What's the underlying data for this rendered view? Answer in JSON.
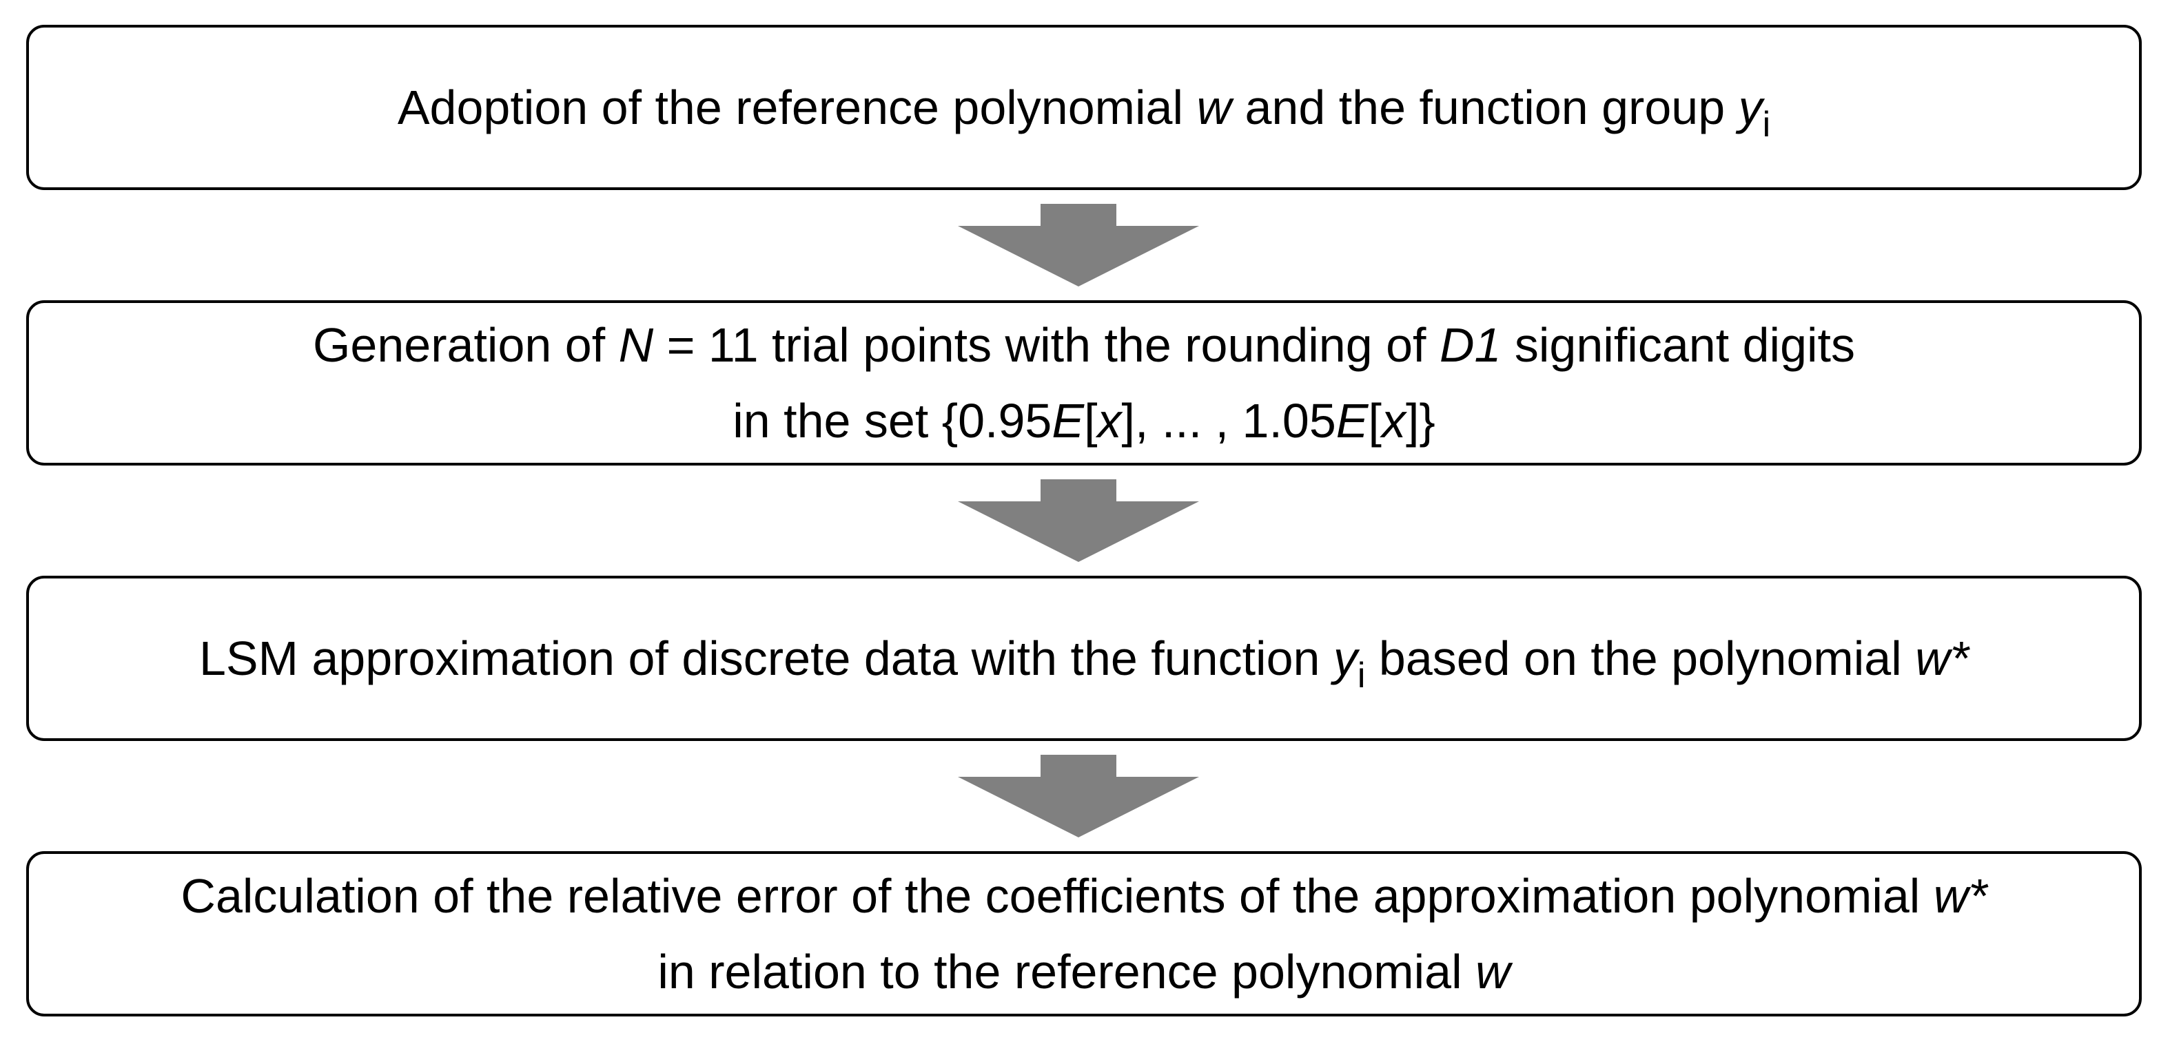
{
  "steps": [
    {
      "lines": [
        [
          {
            "t": "Adoption of the reference polynomial "
          },
          {
            "t": "w",
            "i": true
          },
          {
            "t": " and the function group "
          },
          {
            "t": "y",
            "i": true
          },
          {
            "t": "i",
            "sub": true
          }
        ]
      ]
    },
    {
      "lines": [
        [
          {
            "t": "Generation of "
          },
          {
            "t": "N",
            "i": true
          },
          {
            "t": " = 11 trial points with the rounding of "
          },
          {
            "t": "D1",
            "i": true
          },
          {
            "t": " significant digits"
          }
        ],
        [
          {
            "t": "in the set {0.95"
          },
          {
            "t": "E",
            "i": true
          },
          {
            "t": "["
          },
          {
            "t": "x",
            "i": true
          },
          {
            "t": "], ... , 1.05"
          },
          {
            "t": "E",
            "i": true
          },
          {
            "t": "["
          },
          {
            "t": "x",
            "i": true
          },
          {
            "t": "]}"
          }
        ]
      ]
    },
    {
      "lines": [
        [
          {
            "t": "LSM approximation of discrete data with the function "
          },
          {
            "t": "y",
            "i": true
          },
          {
            "t": "i",
            "sub": true
          },
          {
            "t": " based on the polynomial "
          },
          {
            "t": "w*",
            "i": true
          }
        ]
      ]
    },
    {
      "lines": [
        [
          {
            "t": "Calculation of the relative error of the coefficients of the approximation polynomial "
          },
          {
            "t": "w*",
            "i": true
          }
        ],
        [
          {
            "t": "in relation to the reference polynomial "
          },
          {
            "t": "w",
            "i": true
          }
        ]
      ]
    }
  ],
  "colors": {
    "box_border": "#000000",
    "arrow": "#808080",
    "text": "#000000",
    "background": "#ffffff"
  }
}
